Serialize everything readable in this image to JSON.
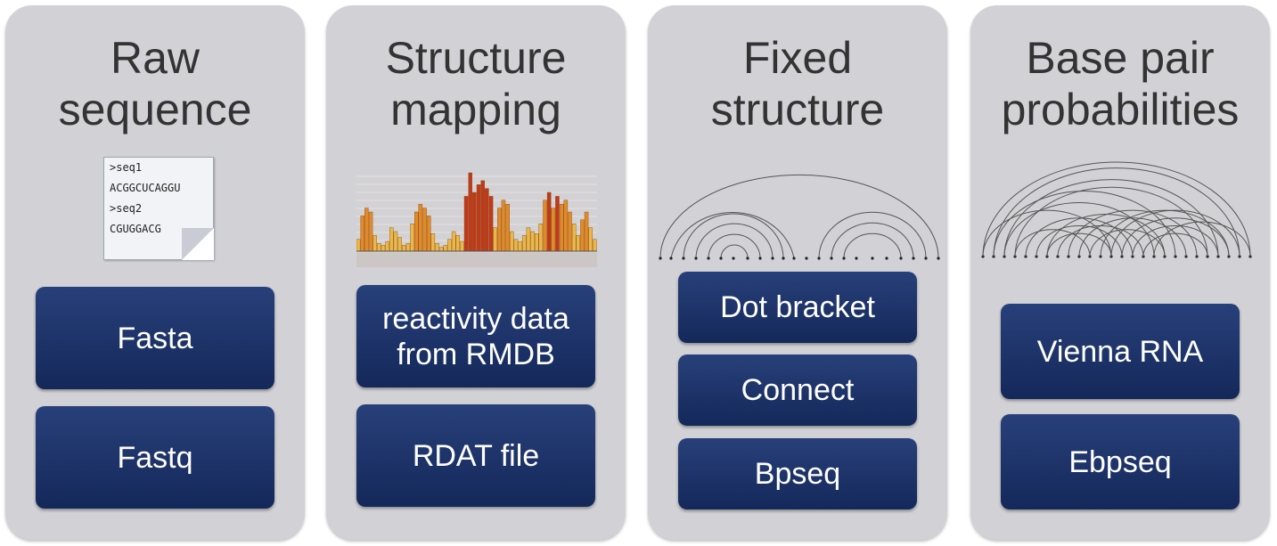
{
  "panels": [
    {
      "title_line1": "Raw",
      "title_line2": "sequence",
      "fasta_lines": [
        ">seq1",
        "ACGGCUCAGGU",
        ">seq2",
        "CGUGGACG"
      ],
      "buttons": [
        "Fasta",
        "Fastq"
      ]
    },
    {
      "title_line1": "Structure",
      "title_line2": "mapping",
      "buttons": [
        "reactivity data from RMDB",
        "RDAT file"
      ],
      "reactivity_bars": [
        6,
        18,
        22,
        20,
        8,
        4,
        3,
        5,
        12,
        10,
        7,
        3,
        4,
        14,
        20,
        24,
        22,
        18,
        9,
        4,
        2,
        3,
        6,
        10,
        8,
        5,
        28,
        40,
        30,
        34,
        36,
        32,
        28,
        12,
        22,
        26,
        24,
        10,
        6,
        5,
        8,
        12,
        10,
        9,
        14,
        26,
        30,
        22,
        28,
        24,
        26,
        20,
        14,
        8,
        16,
        20,
        12,
        6
      ]
    },
    {
      "title_line1": "Fixed",
      "title_line2": "structure",
      "buttons": [
        "Dot bracket",
        "Connect",
        "Bpseq"
      ]
    },
    {
      "title_line1": "Base pair",
      "title_line2": "probabilities",
      "buttons": [
        "Vienna RNA",
        "Ebpseq"
      ]
    }
  ]
}
